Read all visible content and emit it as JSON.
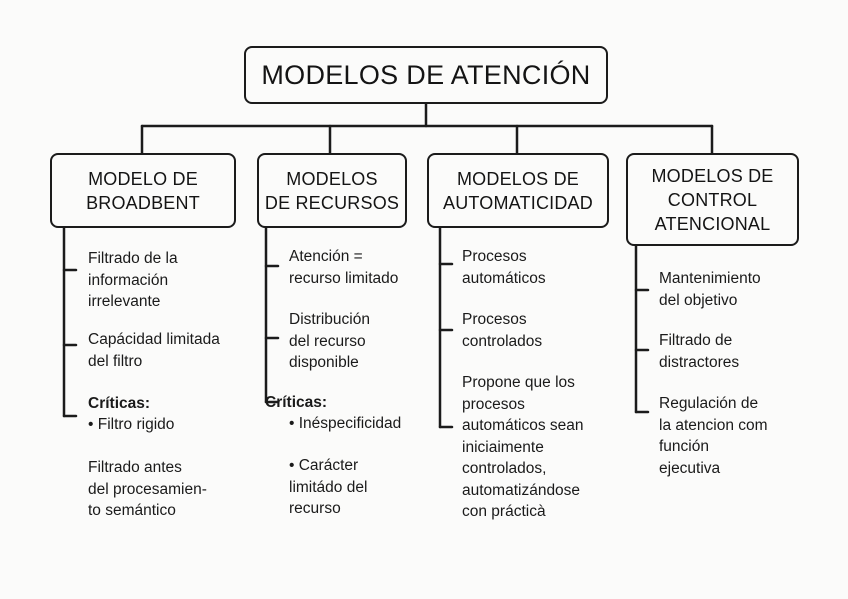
{
  "title": "MODELOS DE ATENCIÓN",
  "columns": [
    {
      "heading": "MODELO DE\nBROADBENT",
      "items": [
        "Filtrado de la\ninformación\nirrelevante",
        "Capácidad limitada\ndel filtro",
        "• Filtro rigido",
        "Filtrado antes\ndel procesamien-\nto semántico"
      ],
      "criticas_label": "Críticas:"
    },
    {
      "heading": "MODELOS\nDE RECURSOS",
      "items": [
        "Atención =\nrecurso limitado",
        "Distribución\ndel recurso\ndisponible",
        "• Inéspecificidad",
        "• Carácter\nlimitádo del\nrecurso"
      ],
      "criticas_label": "Críticas:"
    },
    {
      "heading": "MODELOS DE\nAUTOMATICIDAD",
      "items": [
        "Procesos\nautomáticos",
        "Procesos\ncontrolados",
        "Propone que los\nprocesos\nautomáticos sean\niniciaimente\ncontrolados,\nautomatizándose\ncon prácticà"
      ]
    },
    {
      "heading": "MODELOS DE\nCONTROL\nATENCIONAL",
      "items": [
        "Mantenimiento\ndel objetivo",
        "Filtrado de\ndistractores",
        "Regulación de\nla atencion com\nfunción\nejecutiva"
      ]
    }
  ]
}
